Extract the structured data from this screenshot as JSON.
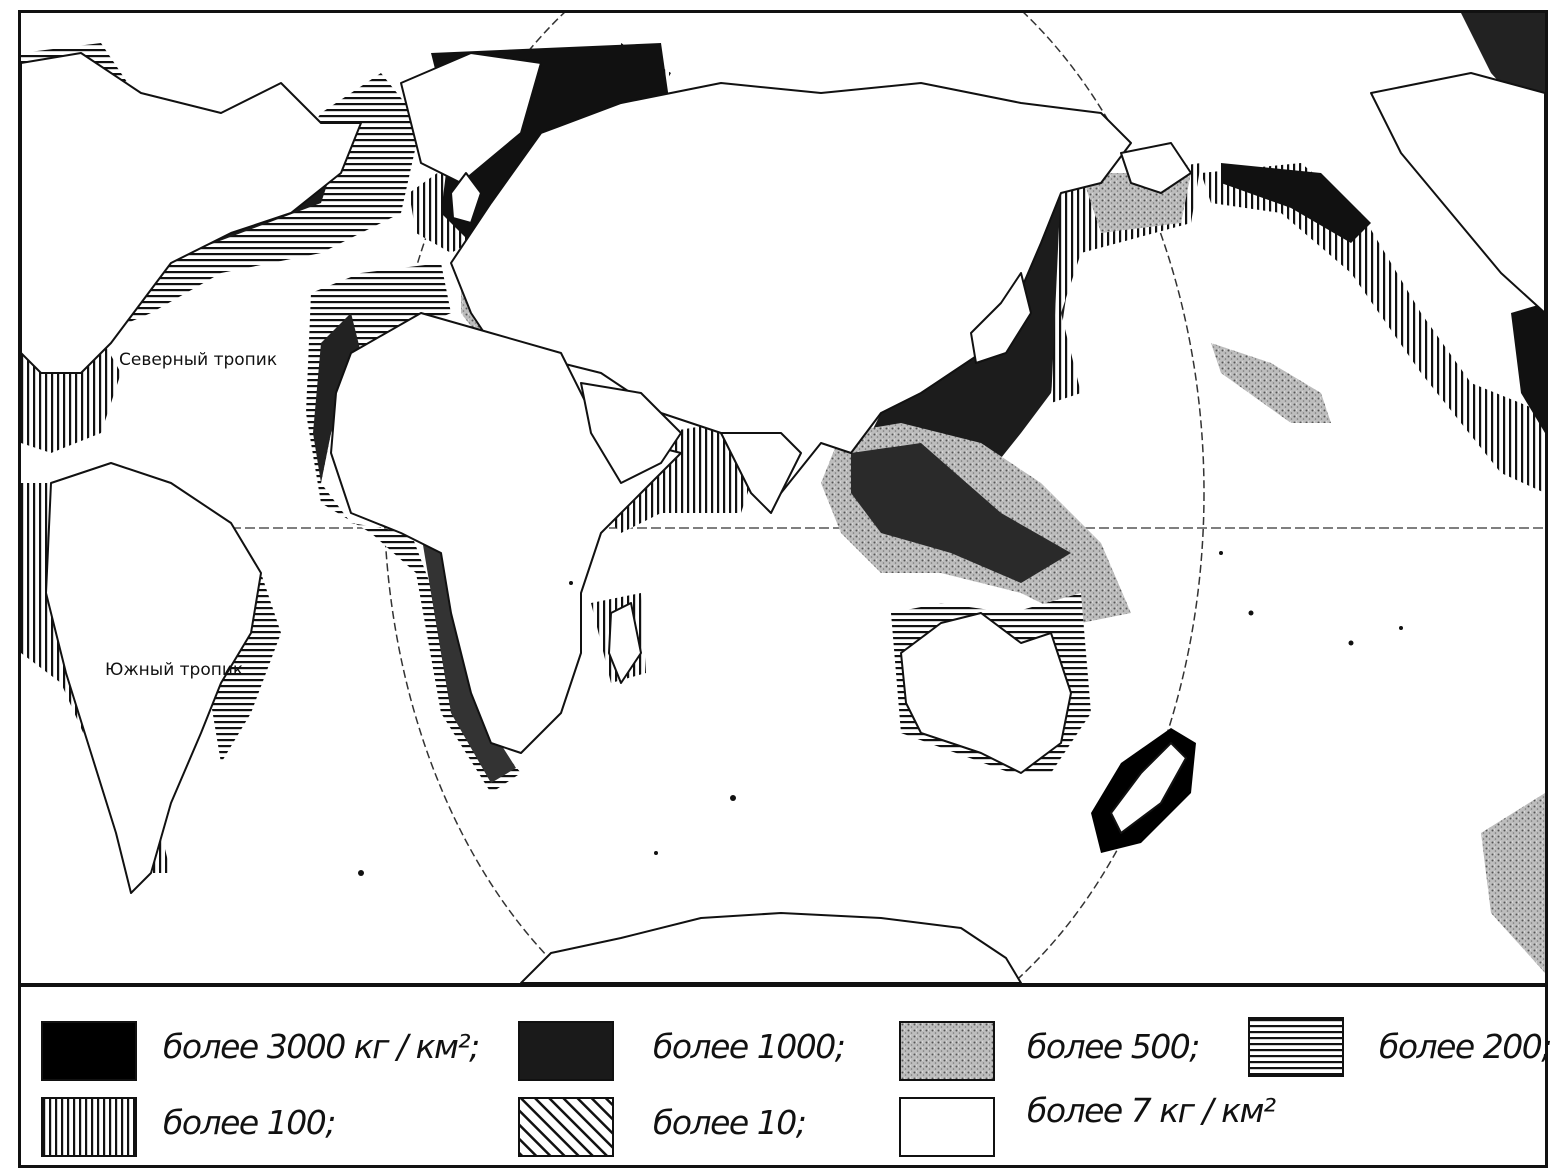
{
  "map": {
    "labels": {
      "north_tropic": "Северный тропик",
      "south_tropic": "Южный тропик"
    }
  },
  "legend": [
    {
      "id": "c3000",
      "label": "более 3000 кг / км²;",
      "pattern": "solid-black",
      "color": "#000000"
    },
    {
      "id": "c1000",
      "label": "более 1000;",
      "pattern": "solid-dark",
      "color": "#1a1a1a"
    },
    {
      "id": "c500",
      "label": "более 500;",
      "pattern": "stipple-gray",
      "color": "#9a9a9a"
    },
    {
      "id": "c200",
      "label": "более 200;",
      "pattern": "horizontal-lines",
      "color": "#222222"
    },
    {
      "id": "c100",
      "label": "более 100;",
      "pattern": "vertical-lines",
      "color": "#222222"
    },
    {
      "id": "c10",
      "label": "более 10;",
      "pattern": "diagonal-lines",
      "color": "#222222"
    },
    {
      "id": "c7",
      "label": "более 7 кг / км²",
      "pattern": "white",
      "color": "#ffffff"
    }
  ]
}
